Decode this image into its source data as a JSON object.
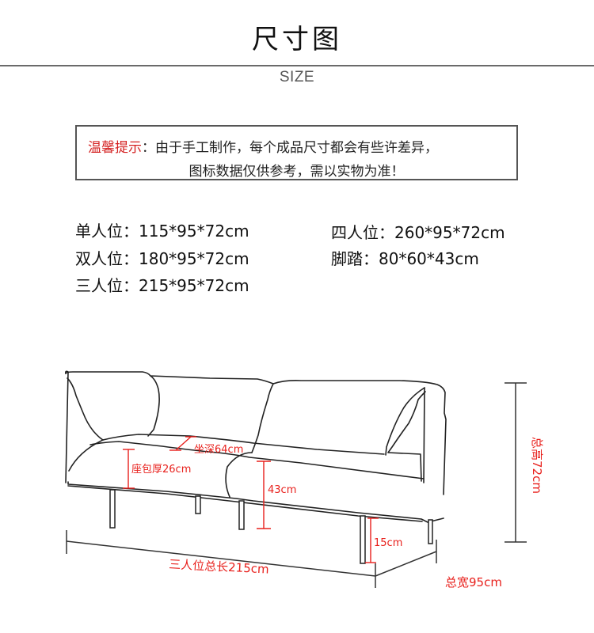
{
  "header": {
    "title": "尺寸图",
    "subtitle": "SIZE"
  },
  "notice": {
    "label": "温馨提示",
    "separator": "：",
    "line1_text": "由于手工制作，每个成品尺寸都会有些许差异，",
    "line2_text": "图标数据仅供参考，需以实物为准！"
  },
  "specs": {
    "left": [
      {
        "name": "单人位",
        "value": "：115*95*72cm"
      },
      {
        "name": "双人位",
        "value": "：180*95*72cm"
      },
      {
        "name": "三人位",
        "value": "：215*95*72cm"
      }
    ],
    "right": [
      {
        "name": "四人位",
        "value": "：260*95*72cm"
      },
      {
        "name": "脚踏",
        "value": "：80*60*43cm"
      }
    ]
  },
  "diagram": {
    "annotations": {
      "seat_depth": "坐深64cm",
      "cushion_thickness": "座包厚26cm",
      "seat_height": "43cm",
      "leg_height": "15cm",
      "total_height": "总高72cm",
      "total_length": "三人位总长215cm",
      "total_width": "总宽95cm"
    },
    "colors": {
      "outline": "#222222",
      "annotation": "#e8201c",
      "dimension_line": "#333333"
    }
  }
}
